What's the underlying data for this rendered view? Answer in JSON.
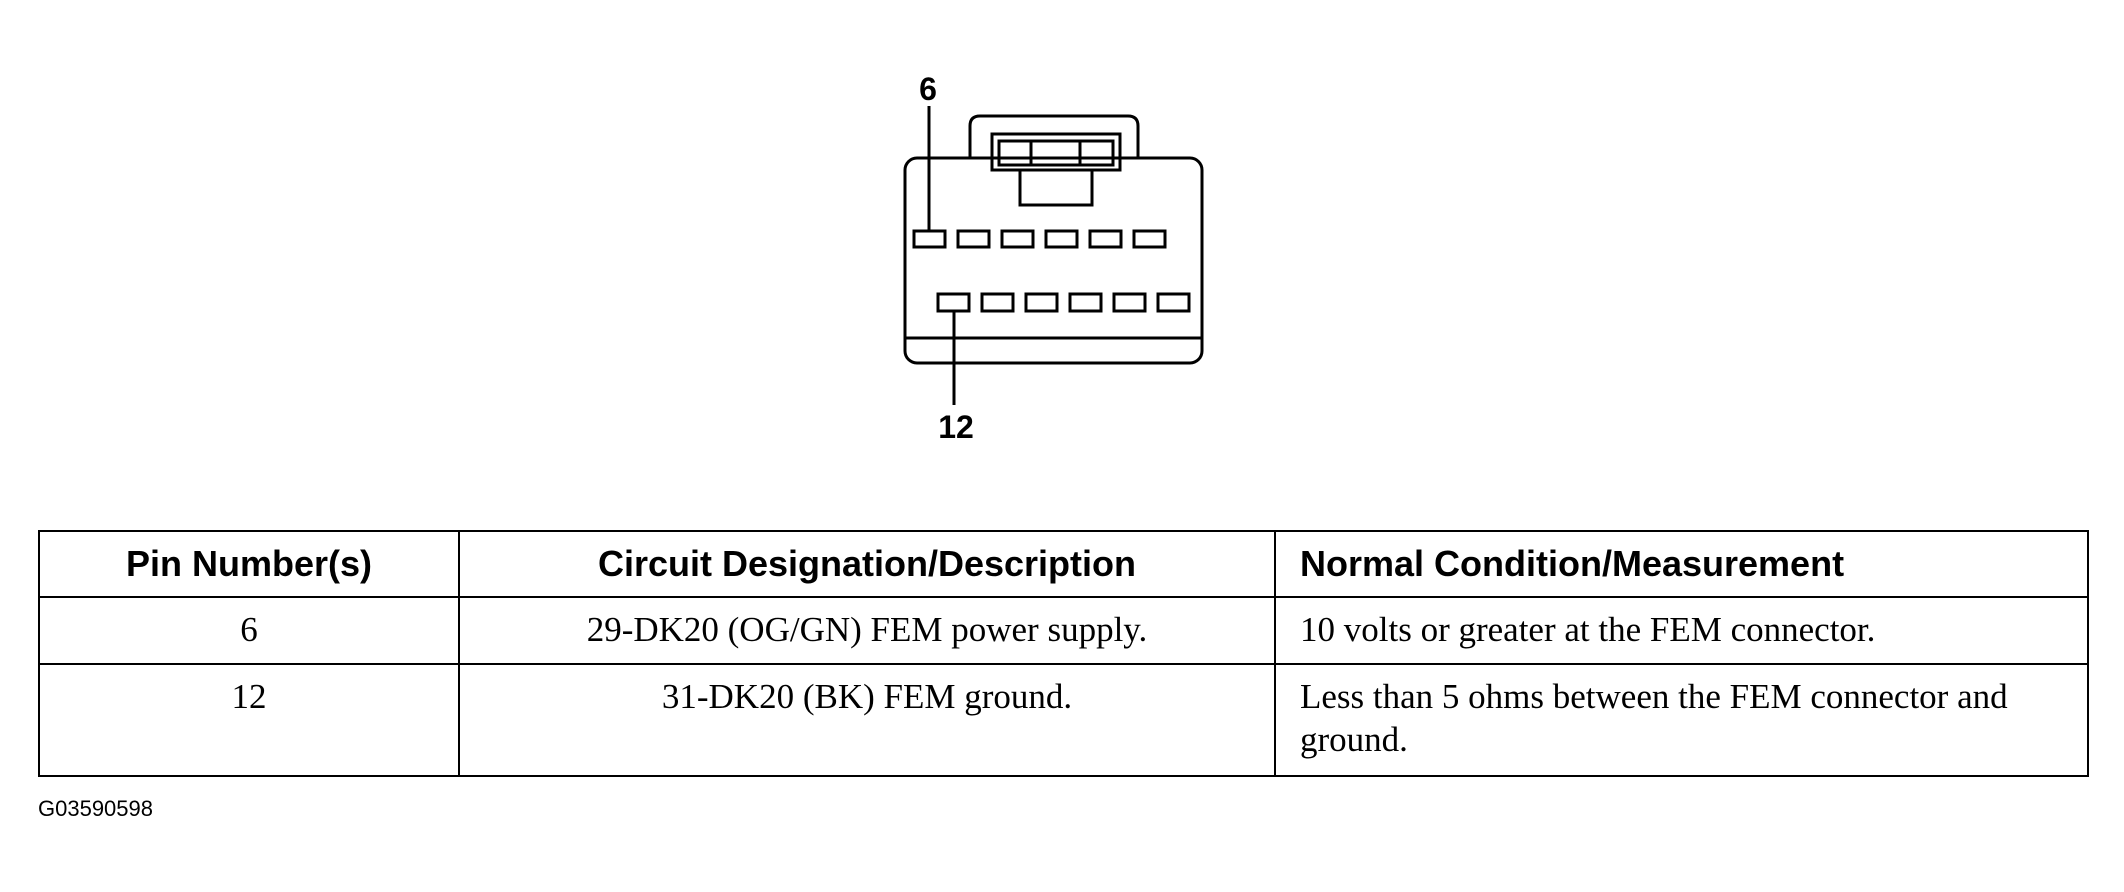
{
  "diagram": {
    "pin_label_top": "6",
    "pin_label_bottom": "12"
  },
  "table": {
    "headers": [
      "Pin Number(s)",
      "Circuit Designation/Description",
      "Normal Condition/Measurement"
    ],
    "rows": [
      {
        "pin": "6",
        "circuit": "29-DK20 (OG/GN) FEM power supply.",
        "condition": "10 volts or greater at the FEM connector."
      },
      {
        "pin": "12",
        "circuit": "31-DK20 (BK) FEM ground.",
        "condition": "Less than 5 ohms between the FEM connector and ground."
      }
    ]
  },
  "figure_id": "G03590598"
}
